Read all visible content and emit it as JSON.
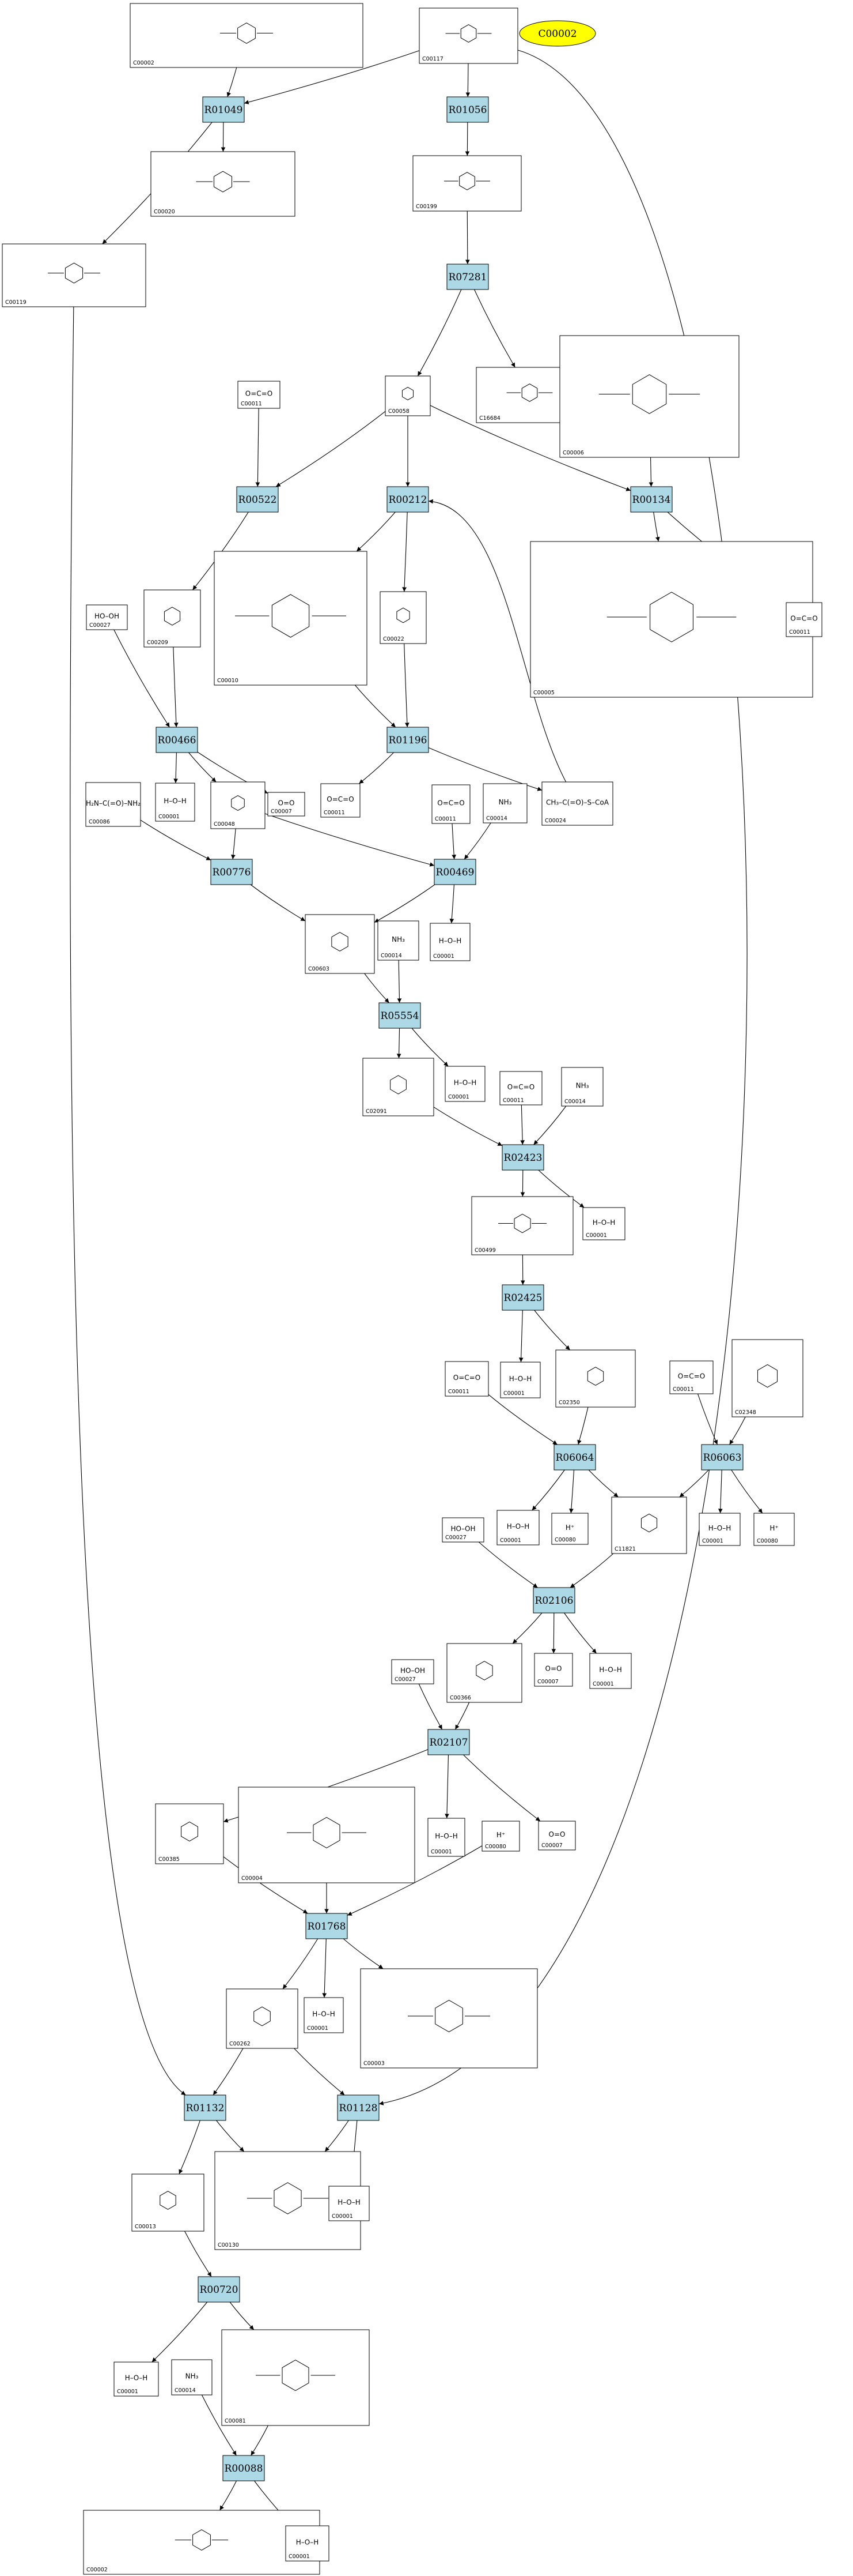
{
  "highlight_node": {
    "id": "C00002",
    "label": "C00002",
    "color": "#ffff00"
  },
  "reaction_color": "#add8e6",
  "reactions": [
    {
      "key": "R01049",
      "label": "R01049"
    },
    {
      "key": "R01056",
      "label": "R01056"
    },
    {
      "key": "R07281",
      "label": "R07281"
    },
    {
      "key": "R00522",
      "label": "R00522"
    },
    {
      "key": "R00212",
      "label": "R00212"
    },
    {
      "key": "R00134",
      "label": "R00134"
    },
    {
      "key": "R00466",
      "label": "R00466"
    },
    {
      "key": "R01196",
      "label": "R01196"
    },
    {
      "key": "R00776",
      "label": "R00776"
    },
    {
      "key": "R00469",
      "label": "R00469"
    },
    {
      "key": "R05554",
      "label": "R05554"
    },
    {
      "key": "R02423",
      "label": "R02423"
    },
    {
      "key": "R02425",
      "label": "R02425"
    },
    {
      "key": "R06064",
      "label": "R06064"
    },
    {
      "key": "R06063",
      "label": "R06063"
    },
    {
      "key": "R02106",
      "label": "R02106"
    },
    {
      "key": "R02107",
      "label": "R02107"
    },
    {
      "key": "R01768",
      "label": "R01768"
    },
    {
      "key": "R01132",
      "label": "R01132"
    },
    {
      "key": "R01128",
      "label": "R01128"
    },
    {
      "key": "R00720",
      "label": "R00720"
    },
    {
      "key": "R00088",
      "label": "R00088"
    }
  ],
  "compounds": [
    {
      "key": "c00002_top",
      "id": "C00002",
      "formula": ""
    },
    {
      "key": "c00117",
      "id": "C00117",
      "formula": ""
    },
    {
      "key": "c00020",
      "id": "C00020",
      "formula": ""
    },
    {
      "key": "c00119",
      "id": "C00119",
      "formula": ""
    },
    {
      "key": "c00199",
      "id": "C00199",
      "formula": ""
    },
    {
      "key": "c16684",
      "id": "C16684",
      "formula": ""
    },
    {
      "key": "c00011_a",
      "id": "C00011",
      "formula": "O=C=O"
    },
    {
      "key": "c00058",
      "id": "C00058",
      "formula": ""
    },
    {
      "key": "c00006",
      "id": "C00006",
      "formula": ""
    },
    {
      "key": "c00010",
      "id": "C00010",
      "formula": ""
    },
    {
      "key": "c00022",
      "id": "C00022",
      "formula": ""
    },
    {
      "key": "c00005",
      "id": "C00005",
      "formula": ""
    },
    {
      "key": "c00011_b",
      "id": "C00011",
      "formula": "O=C=O"
    },
    {
      "key": "c00027_a",
      "id": "C00027",
      "formula": "HO–OH"
    },
    {
      "key": "c00209",
      "id": "C00209",
      "formula": ""
    },
    {
      "key": "c00086",
      "id": "C00086",
      "formula": "H₂N–C(=O)–NH₂"
    },
    {
      "key": "c00001_a",
      "id": "C00001",
      "formula": "H–O–H"
    },
    {
      "key": "c00048",
      "id": "C00048",
      "formula": ""
    },
    {
      "key": "c00007_a",
      "id": "C00007",
      "formula": "O=O"
    },
    {
      "key": "c00011_c",
      "id": "C00011",
      "formula": "O=C=O"
    },
    {
      "key": "c00011_d",
      "id": "C00011",
      "formula": "O=C=O"
    },
    {
      "key": "c00014_a",
      "id": "C00014",
      "formula": "NH₃"
    },
    {
      "key": "c00024",
      "id": "C00024",
      "formula": "CH₃–C(=O)–S–CoA"
    },
    {
      "key": "c00603",
      "id": "C00603",
      "formula": ""
    },
    {
      "key": "c00014_b",
      "id": "C00014",
      "formula": "NH₃"
    },
    {
      "key": "c00001_b",
      "id": "C00001",
      "formula": "H–O–H"
    },
    {
      "key": "c02091",
      "id": "C02091",
      "formula": ""
    },
    {
      "key": "c00001_c",
      "id": "C00001",
      "formula": "H–O–H"
    },
    {
      "key": "c00011_e",
      "id": "C00011",
      "formula": "O=C=O"
    },
    {
      "key": "c00014_c",
      "id": "C00014",
      "formula": "NH₃"
    },
    {
      "key": "c00499",
      "id": "C00499",
      "formula": ""
    },
    {
      "key": "c00001_d",
      "id": "C00001",
      "formula": "H–O–H"
    },
    {
      "key": "c00011_f",
      "id": "C00011",
      "formula": "O=C=O"
    },
    {
      "key": "c00001_e",
      "id": "C00001",
      "formula": "H–O–H"
    },
    {
      "key": "c02350",
      "id": "C02350",
      "formula": ""
    },
    {
      "key": "c00011_g",
      "id": "C00011",
      "formula": "O=C=O"
    },
    {
      "key": "c02348",
      "id": "C02348",
      "formula": ""
    },
    {
      "key": "c00001_f",
      "id": "C00001",
      "formula": "H–O–H"
    },
    {
      "key": "c00080_a",
      "id": "C00080",
      "formula": "H⁺"
    },
    {
      "key": "c11821",
      "id": "C11821",
      "formula": ""
    },
    {
      "key": "c00001_g",
      "id": "C00001",
      "formula": "H–O–H"
    },
    {
      "key": "c00080_b",
      "id": "C00080",
      "formula": "H⁺"
    },
    {
      "key": "c00027_b",
      "id": "C00027",
      "formula": "HO–OH"
    },
    {
      "key": "c00366",
      "id": "C00366",
      "formula": ""
    },
    {
      "key": "c00007_b",
      "id": "C00007",
      "formula": "O=O"
    },
    {
      "key": "c00001_h",
      "id": "C00001",
      "formula": "H–O–H"
    },
    {
      "key": "c00027_c",
      "id": "C00027",
      "formula": "HO–OH"
    },
    {
      "key": "c00385",
      "id": "C00385",
      "formula": ""
    },
    {
      "key": "c00004",
      "id": "C00004",
      "formula": ""
    },
    {
      "key": "c00001_i",
      "id": "C00001",
      "formula": "H–O–H"
    },
    {
      "key": "c00080_c",
      "id": "C00080",
      "formula": "H⁺"
    },
    {
      "key": "c00007_c",
      "id": "C00007",
      "formula": "O=O"
    },
    {
      "key": "c00262",
      "id": "C00262",
      "formula": ""
    },
    {
      "key": "c00001_j",
      "id": "C00001",
      "formula": "H–O–H"
    },
    {
      "key": "c00003",
      "id": "C00003",
      "formula": ""
    },
    {
      "key": "c00013",
      "id": "C00013",
      "formula": ""
    },
    {
      "key": "c00130",
      "id": "C00130",
      "formula": ""
    },
    {
      "key": "c00001_k",
      "id": "C00001",
      "formula": "H–O–H"
    },
    {
      "key": "c00001_l",
      "id": "C00001",
      "formula": "H–O–H"
    },
    {
      "key": "c00014_d",
      "id": "C00014",
      "formula": "NH₃"
    },
    {
      "key": "c00081",
      "id": "C00081",
      "formula": ""
    },
    {
      "key": "c00002_bot",
      "id": "C00002",
      "formula": ""
    },
    {
      "key": "c00001_m",
      "id": "C00001",
      "formula": "H–O–H"
    }
  ]
}
